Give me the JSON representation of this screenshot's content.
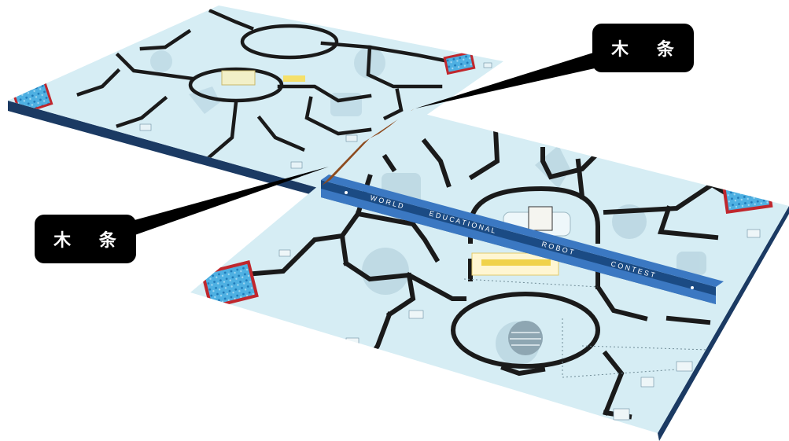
{
  "callouts": {
    "top": "木    条",
    "bottom": "木    条"
  },
  "banner": {
    "words": [
      "W O R L D",
      "E D U C A T I O N A L",
      "R O B O T",
      "C O N T E S T"
    ]
  },
  "colors": {
    "mat": "#d6edf4",
    "line": "#1a1a1a",
    "banner": "#3b78c2",
    "edge": "#1b3a63",
    "wood": "#9b5a2a",
    "zone_red": "#c0272d",
    "zone_fill": "#3aa3dc",
    "callout": "#000000"
  }
}
